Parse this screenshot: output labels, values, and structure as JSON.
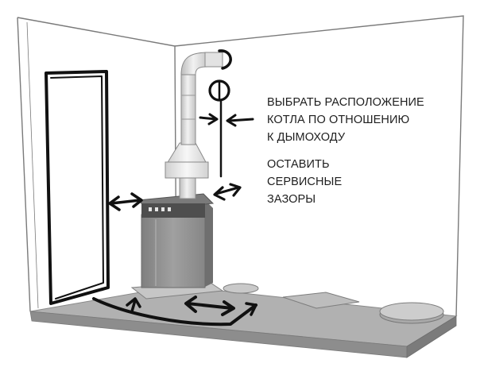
{
  "notes": {
    "chimney": {
      "lines": [
        "ВЫБРАТЬ РАСПОЛОЖЕНИЕ",
        "КОТЛА ПО ОТНОШЕНИЮ",
        "К ДЫМОХОДУ"
      ]
    },
    "clearance": {
      "lines": [
        "ОСТАВИТЬ",
        "СЕРВИСНЫЕ",
        "ЗАЗОРЫ"
      ]
    }
  },
  "colors": {
    "wall_line": "#7a7a7a",
    "floor_fill": "#9c9c9c",
    "floor_top": "#b4b4b4",
    "boiler_body": "#8e8e8e",
    "boiler_top": "#5a5a5a",
    "pipe": "#dcdcdc",
    "marker": "#111111"
  },
  "icons": {
    "clearance_arrow": "double-headed-arrow",
    "chimney_arrows": "converging-arrows"
  }
}
